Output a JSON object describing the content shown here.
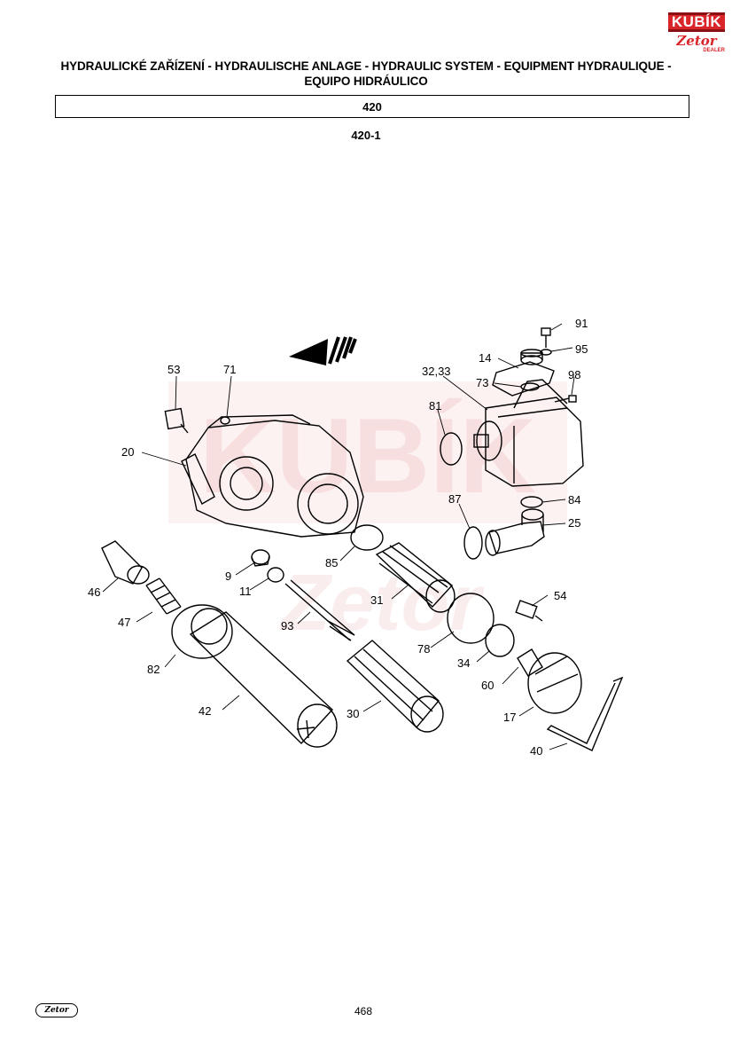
{
  "header": {
    "title_line1": "HYDRAULICKÉ ZAŘÍZENÍ - HYDRAULISCHE ANLAGE - HYDRAULIC SYSTEM - EQUIPMENT HYDRAULIQUE -",
    "title_line2": "EQUIPO HIDRÁULICO",
    "section": "420",
    "subsection": "420-1"
  },
  "logo": {
    "top": "KUBÍK",
    "bottom": "Zetor",
    "dealer": "DEALER",
    "color": "#d9252a"
  },
  "watermark": {
    "text": "KUBÍK",
    "sub": "Zetor",
    "color": "#f4cccc"
  },
  "callouts": {
    "c91": "91",
    "c95": "95",
    "c14": "14",
    "c3233": "32,33",
    "c98": "98",
    "c73": "73",
    "c53": "53",
    "c71": "71",
    "c81": "81",
    "c20": "20",
    "c84": "84",
    "c87": "87",
    "c25": "25",
    "c85": "85",
    "c9": "9",
    "c11": "11",
    "c46": "46",
    "c47": "47",
    "c31": "31",
    "c54": "54",
    "c93": "93",
    "c78": "78",
    "c82": "82",
    "c34": "34",
    "c60": "60",
    "c42": "42",
    "c30": "30",
    "c17": "17",
    "c40": "40"
  },
  "footer": {
    "logo": "Zetor",
    "page_number": "468"
  }
}
